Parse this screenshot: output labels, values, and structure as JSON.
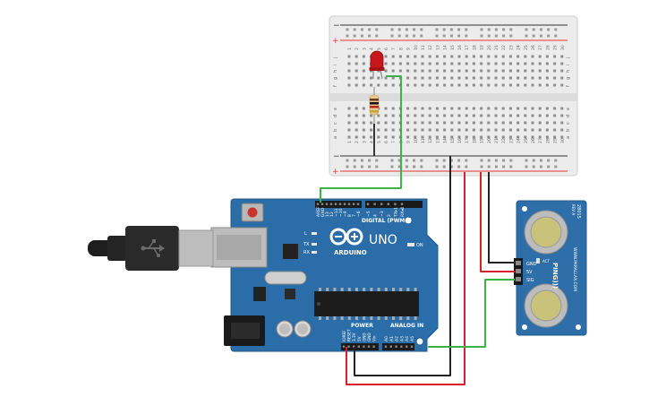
{
  "arduino": {
    "brand": "ARDUINO",
    "model": "UNO",
    "on_label": "ON",
    "digital_label": "DIGITAL (PWM~)",
    "power_label": "POWER",
    "analog_label": "ANALOG IN",
    "digital_pins": [
      "AREF",
      "GND",
      "13",
      "12",
      "~11",
      "~10",
      "~9",
      "8",
      "7",
      "~6",
      "~5",
      "4",
      "~3",
      "2",
      "TX▸1",
      "RX◂0"
    ],
    "power_pins": [
      "IOREF",
      "RESET",
      "3.3V",
      "5V",
      "GND",
      "GND",
      "Vin"
    ],
    "analog_pins": [
      "A0",
      "A1",
      "A2",
      "A3",
      "A4",
      "A5"
    ],
    "led_labels": [
      "L",
      "TX",
      "RX"
    ]
  },
  "breadboard": {
    "column_numbers": [
      "1",
      "2",
      "3",
      "4",
      "5",
      "6",
      "7",
      "8",
      "9",
      "10",
      "11",
      "12",
      "13",
      "14",
      "15",
      "16",
      "17",
      "18",
      "19",
      "20",
      "21",
      "22",
      "23",
      "24",
      "25",
      "26",
      "27",
      "28",
      "29",
      "30"
    ],
    "row_letters_top": [
      "j",
      "i",
      "h",
      "g",
      "f"
    ],
    "row_letters_bottom": [
      "e",
      "d",
      "c",
      "b",
      "a"
    ],
    "rail_minus": "−",
    "rail_plus": "+"
  },
  "sensor": {
    "model": "PING)))",
    "part": "28015",
    "website": "WWW.PARALLAX.COM",
    "rev": "REV A",
    "act_label": "ACT",
    "pins": [
      "GND",
      "5V",
      "SIG"
    ]
  },
  "colors": {
    "board_blue": "#2b6da8",
    "board_dark": "#1f5a8e",
    "wire_green": "#3bb34a",
    "wire_red": "#d6202a",
    "wire_black": "#222222",
    "led_red": "#c8171a",
    "breadboard": "#ececec",
    "rail_red": "#e3352f",
    "rail_black": "#333333",
    "sensor_blue": "#2e6fa9"
  }
}
